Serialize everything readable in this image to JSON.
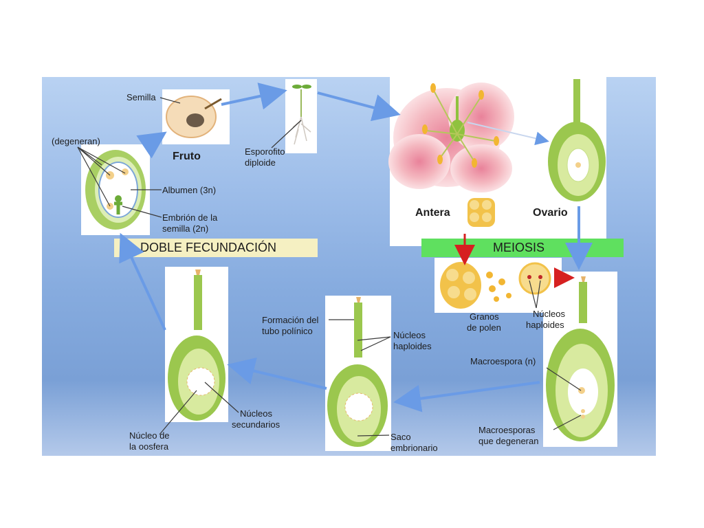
{
  "colors": {
    "panel_top": "#b9d2f2",
    "panel_bottom": "#7aa0d6",
    "band_doble": "#f5f0c2",
    "band_meiosis": "#5fe05f",
    "arrow": "#6a9be6",
    "red_arrow": "#d62020",
    "ovule_green": "#8fc23f",
    "ovule_light": "#c8e08a",
    "flower_pink": "#f4b7bf"
  },
  "bands": {
    "doble_fecundacion": "DOBLE FECUNDACIÓN",
    "meiosis": "MEIOSIS"
  },
  "labels": {
    "semilla": "Semilla",
    "fruto": "Fruto",
    "degeneran": "(degeneran)",
    "albumen": "Albumen (3n)",
    "embrion_line1": "Embrión de la",
    "embrion_line2": "semilla (2n)",
    "esporofito_line1": "Esporofito",
    "esporofito_line2": "diploide",
    "antera": "Antera",
    "ovario": "Ovario",
    "granos_line1": "Granos",
    "granos_line2": "de polen",
    "nucleos_haploides_top_line1": "Núcleos",
    "nucleos_haploides_top_line2": "haploides",
    "macroespora": "Macroespora (n)",
    "macroesporas_degeneran_line1": "Macroesporas",
    "macroesporas_degeneran_line2": "que degeneran",
    "formacion_line1": "Formación del",
    "formacion_line2": "tubo polínico",
    "nucleos_haploides_mid_line1": "Núcleos",
    "nucleos_haploides_mid_line2": "haploides",
    "saco_line1": "Saco",
    "saco_line2": "embrionario",
    "nucleos_secundarios_line1": "Núcleos",
    "nucleos_secundarios_line2": "secundarios",
    "nucleo_oosfera_line1": "Núcleo de",
    "nucleo_oosfera_line2": "la oosfera"
  }
}
